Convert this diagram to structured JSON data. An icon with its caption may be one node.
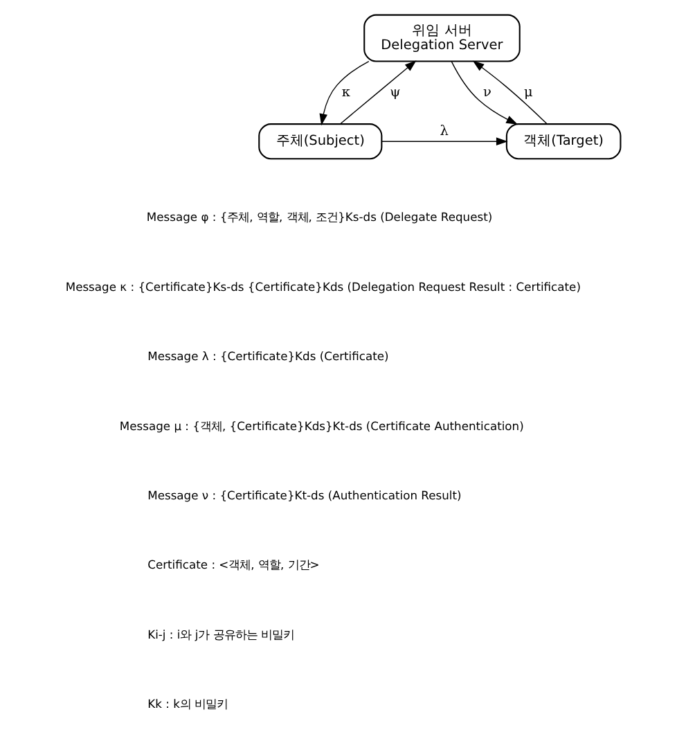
{
  "diagram": {
    "nodes": [
      {
        "text": [
          "위임 서버",
          "Delegation Server"
        ]
      },
      {
        "text": [
          "주체(Subject)"
        ]
      },
      {
        "text": [
          "객체(Target)"
        ]
      }
    ],
    "edges": [
      {
        "from": 1,
        "to": 0,
        "arrow": "to",
        "label": "ψ"
      },
      {
        "from": 0,
        "to": 1,
        "arrow": "to",
        "label": "κ"
      },
      {
        "from": 1,
        "to": 2,
        "arrow": "to",
        "label": "λ"
      },
      {
        "from": 2,
        "to": 0,
        "arrow": "to",
        "label": "μ"
      },
      {
        "from": 0,
        "to": 2,
        "arrow": "to",
        "label": "ν"
      }
    ],
    "labels": [
      "Message φ : {주체, 역할, 객체, 조건}Ks-ds (Delegate Request)",
      "Message κ : {Certificate}Ks-ds {Certificate}Kds (Delegation Request Result : Certificate)",
      "Message λ : {Certificate}Kds (Certificate)",
      "Message μ : {객체, {Certificate}Kds}Kt-ds (Certificate Authentication)",
      "Message ν : {Certificate}Kt-ds (Authentication Result)",
      "Certificate : <객체, 역할, 기간>",
      "Ki-j : i와 j가 공유하는 비밀키",
      "Kk : k의 비밀키"
    ]
  }
}
